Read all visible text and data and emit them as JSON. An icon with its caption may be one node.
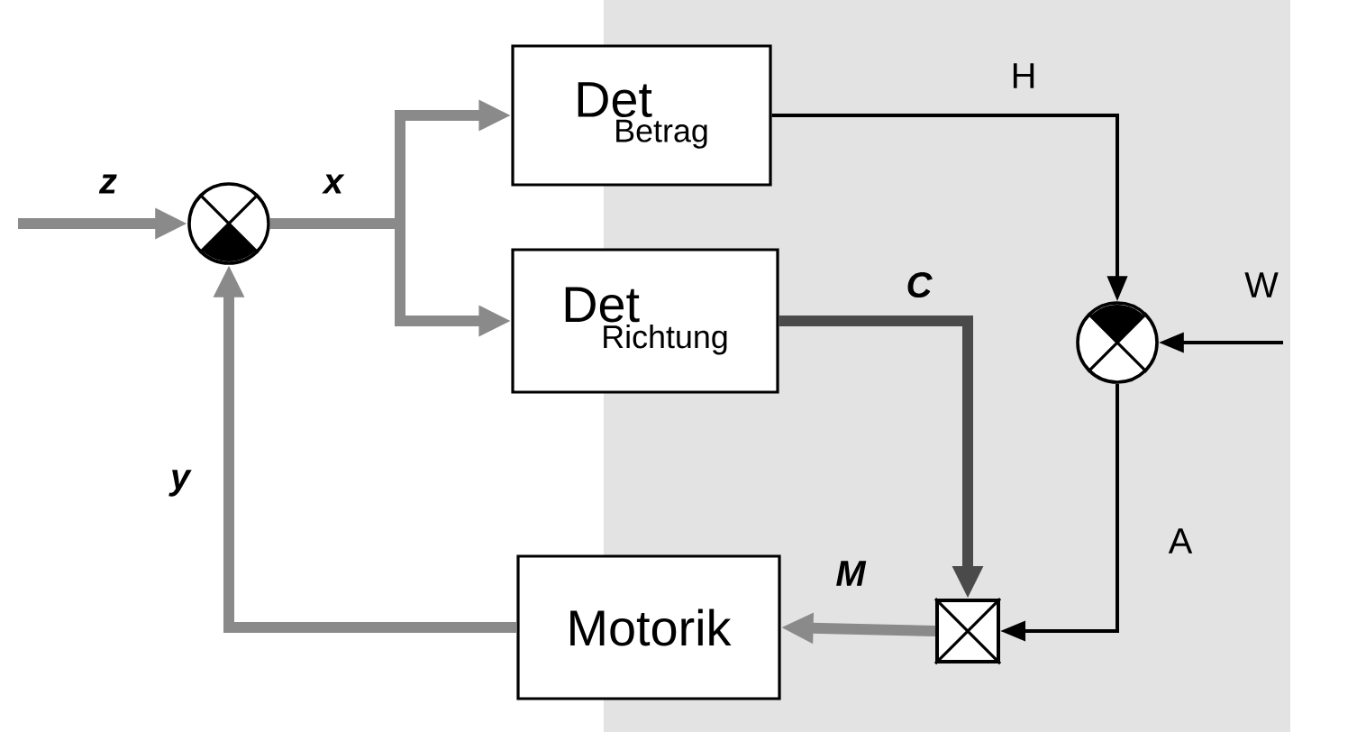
{
  "diagram": {
    "nodes": [
      {
        "text": [],
        "shape": "circle"
      },
      {
        "text": [
          "Det",
          "Betrag"
        ]
      },
      {
        "text": [
          "Det",
          "Richtung"
        ]
      },
      {
        "text": [],
        "shape": "circle"
      },
      {
        "text": [],
        "shape": "box"
      },
      {
        "text": [
          "Motorik"
        ]
      }
    ],
    "edges": [
      {
        "from": null,
        "to": 0,
        "arrow": "to",
        "label": "z"
      },
      {
        "from": 0,
        "to": 1,
        "arrow": "to",
        "label": "x"
      },
      {
        "from": 0,
        "to": 2,
        "arrow": "to"
      },
      {
        "from": 1,
        "to": 3,
        "arrow": "to",
        "label": "H",
        "color": "#000000"
      },
      {
        "from": null,
        "to": 3,
        "arrow": "to",
        "label": "W",
        "color": "#000000"
      },
      {
        "from": 2,
        "to": 4,
        "arrow": "to",
        "label": "C",
        "color": "#4a4a4a"
      },
      {
        "from": 3,
        "to": 4,
        "arrow": "to",
        "label": "A",
        "color": "#000000"
      },
      {
        "from": 4,
        "to": 5,
        "arrow": "to",
        "label": "M"
      },
      {
        "from": 5,
        "to": 0,
        "arrow": "to",
        "label": "y"
      }
    ]
  }
}
